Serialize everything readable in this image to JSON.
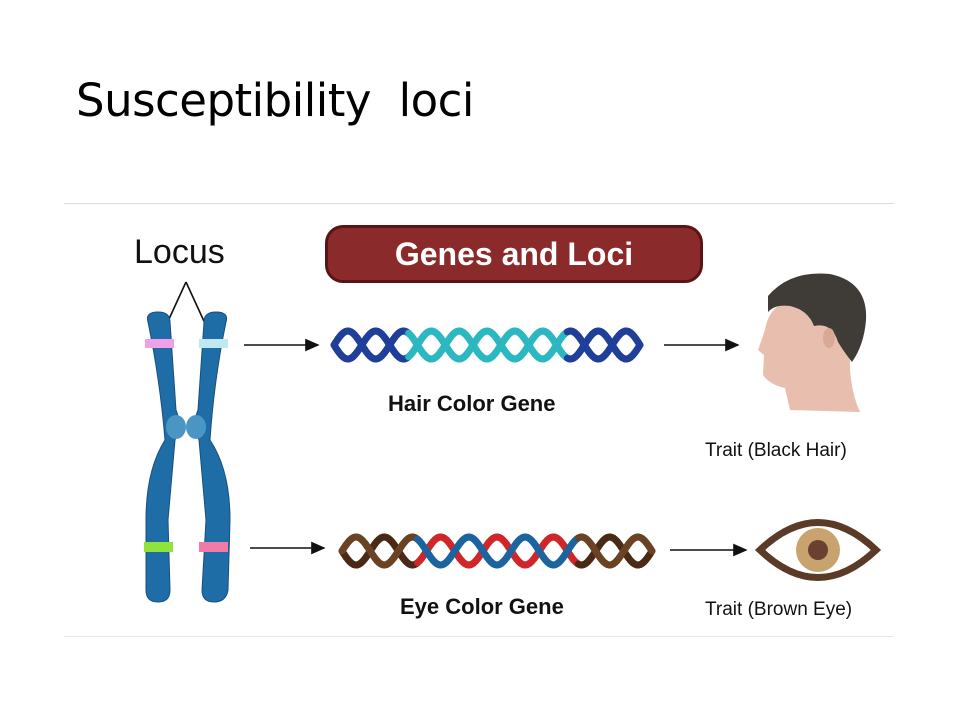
{
  "slide": {
    "title": "Susceptibility  loci"
  },
  "diagram": {
    "banner": "Genes and Loci",
    "locus_label": "Locus",
    "genes": [
      {
        "label": "Hair Color Gene",
        "trait": "Trait (Black Hair)",
        "colors": {
          "outer": "#1f3f9a",
          "inner": "#2bb8c0"
        }
      },
      {
        "label": "Eye Color Gene",
        "trait": "Trait (Brown Eye)",
        "colors": {
          "outer": "#4a2a14",
          "inner_a": "#d0262a",
          "inner_b": "#1c64a0"
        }
      }
    ],
    "chromosome": {
      "color": "#1f6da6",
      "bands": {
        "top_left": "#f0a0e8",
        "top_right": "#bfe8f0",
        "bottom_left": "#8fe33a",
        "bottom_right": "#f07aa8"
      }
    },
    "icons": [
      "chromosome-icon",
      "dna-helix-icon",
      "head-profile-icon",
      "eye-icon",
      "arrow-right-icon"
    ]
  }
}
